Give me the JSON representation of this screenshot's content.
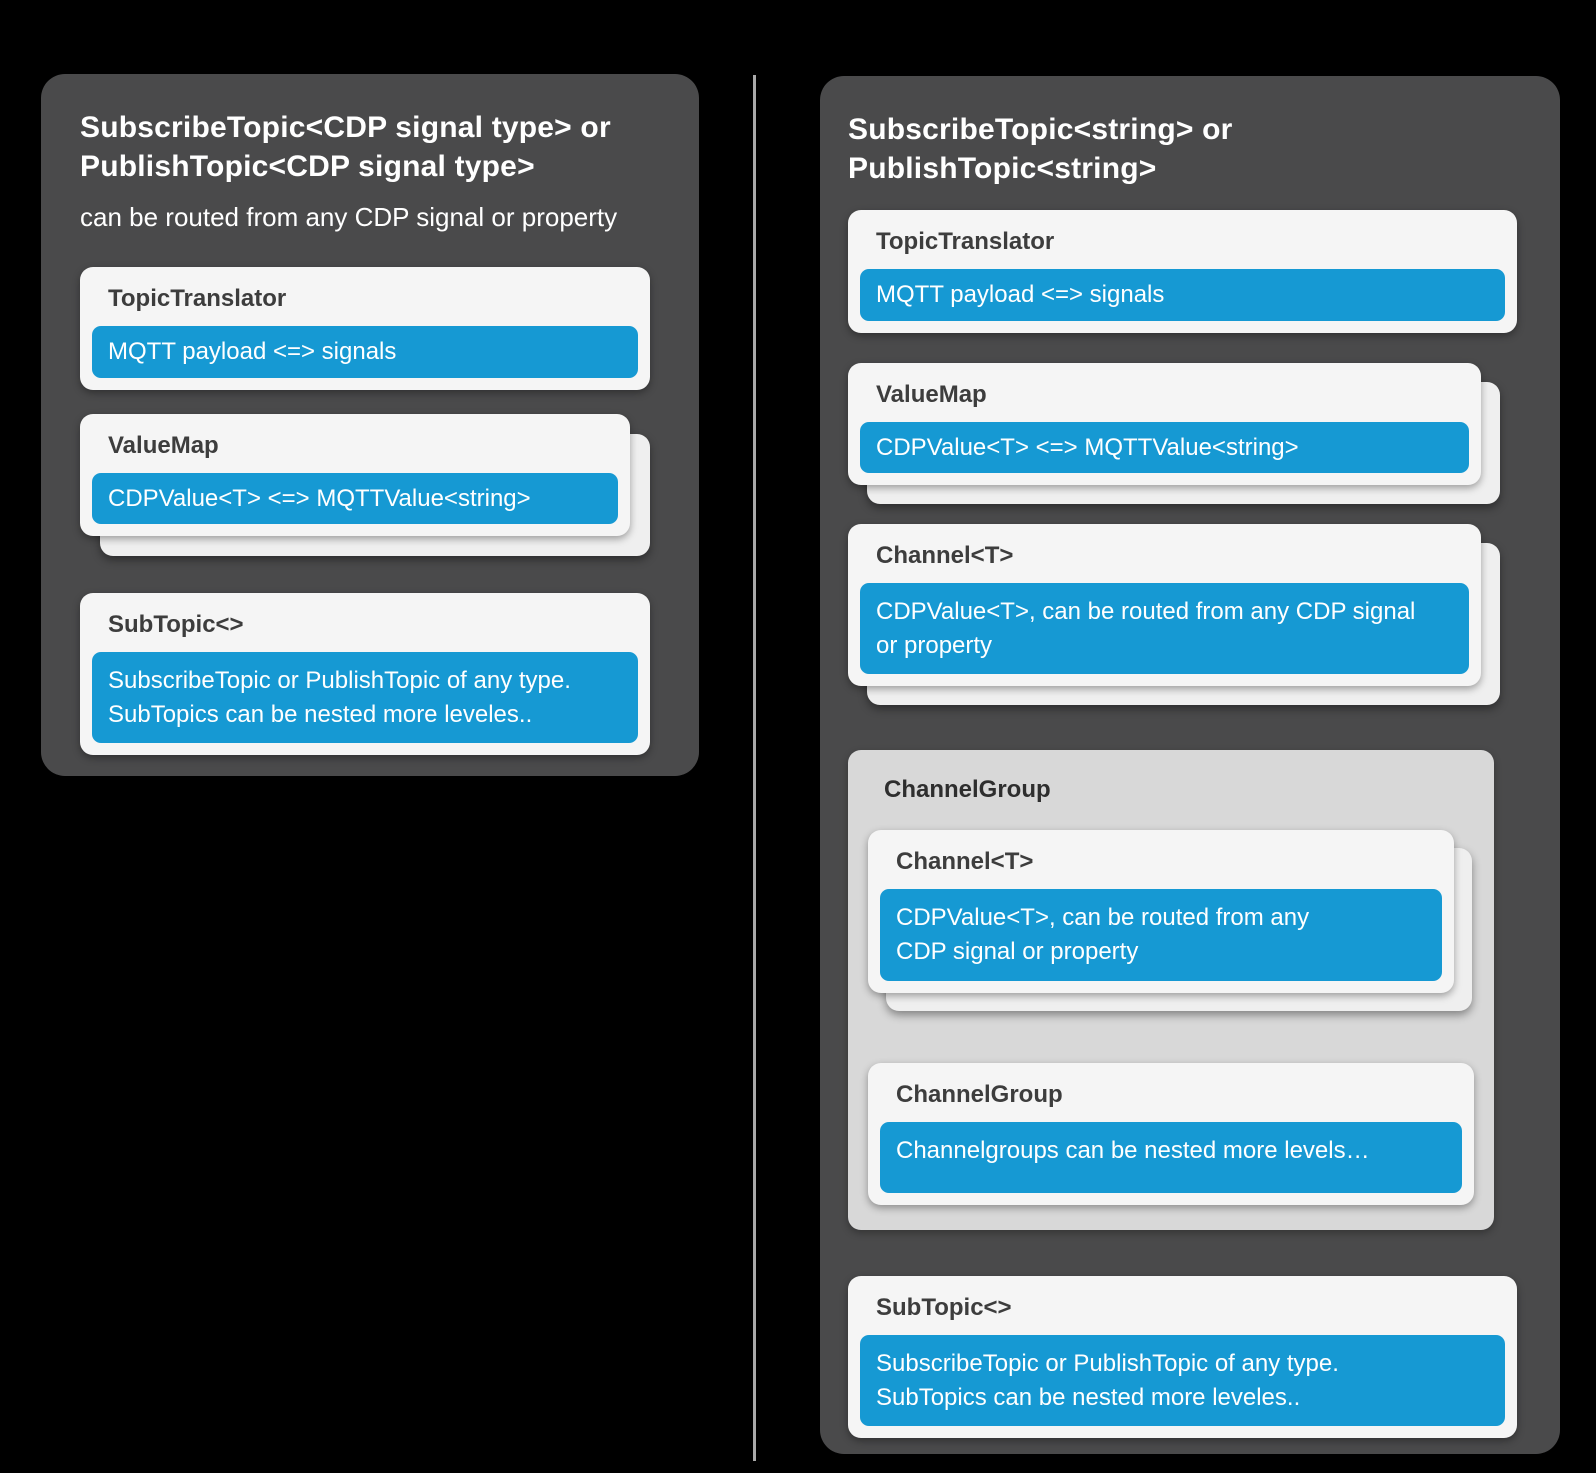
{
  "colors": {
    "background": "#000000",
    "panel_gray": "#4a4a4b",
    "card_white": "#f5f5f5",
    "stacked_card_white": "#efefef",
    "group_gray": "#d8d8d8",
    "accent_blue": "#1699d3",
    "divider_gray": "#a9a9a9",
    "card_title_ink": "#3d3d3d"
  },
  "left_panel": {
    "title_line1": "SubscribeTopic<CDP signal type> or",
    "title_line2": "PublishTopic<CDP signal type>",
    "subtitle": "can be routed from any CDP signal or property",
    "topic_translator": {
      "title": "TopicTranslator",
      "value": "MQTT payload <=> signals"
    },
    "value_map": {
      "title": "ValueMap",
      "value": "CDPValue<T> <=> MQTTValue<string>"
    },
    "sub_topic": {
      "title": "SubTopic<>",
      "value": "SubscribeTopic or PublishTopic of any type.\nSubTopics can be nested more leveles.."
    }
  },
  "right_panel": {
    "title_line1": "SubscribeTopic<string> or",
    "title_line2": "PublishTopic<string>",
    "topic_translator": {
      "title": "TopicTranslator",
      "value": "MQTT payload <=> signals"
    },
    "value_map": {
      "title": "ValueMap",
      "value": "CDPValue<T> <=> MQTTValue<string>"
    },
    "channel": {
      "title": "Channel<T>",
      "value": "CDPValue<T>, can be routed from any CDP signal\nor property"
    },
    "channel_group": {
      "title": "ChannelGroup",
      "channel": {
        "title": "Channel<T>",
        "value": "CDPValue<T>, can be routed from any\nCDP signal or property"
      },
      "nested_group": {
        "title": "ChannelGroup",
        "value": "Channelgroups can be nested more levels…"
      }
    },
    "sub_topic": {
      "title": "SubTopic<>",
      "value": "SubscribeTopic or PublishTopic of any type.\nSubTopics can be nested more leveles.."
    }
  }
}
